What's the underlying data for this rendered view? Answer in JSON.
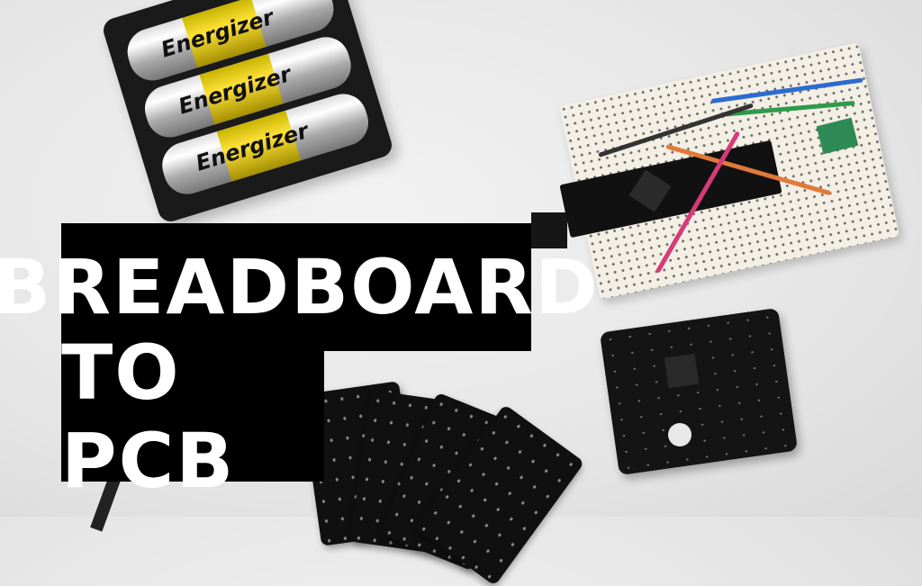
{
  "title": {
    "line1": "BREADBOARD",
    "line2": "TO PCB"
  },
  "battery_brand": "Energizer",
  "colors": {
    "background": "#e6e6e6",
    "title_bg": "#000000",
    "title_text": "#ffffff"
  }
}
